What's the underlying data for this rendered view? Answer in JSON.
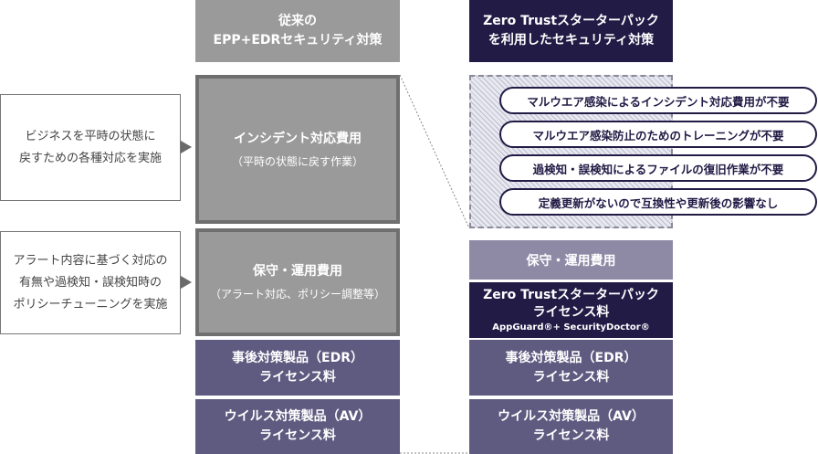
{
  "columns": {
    "left_header": {
      "line1": "従来の",
      "line2": "EPP+EDRセキュリティ対策"
    },
    "right_header": {
      "line1": "Zero Trustスターターパック",
      "line2": "を利用したセキュリティ対策"
    }
  },
  "side_notes": [
    {
      "line1": "ビジネスを平時の状態に",
      "line2": "戻すための各種対応を実施"
    },
    {
      "line1": "アラート内容に基づく対応の",
      "line2": "有無や過検知・誤検知時の",
      "line3": "ポリシーチューニングを実施"
    }
  ],
  "left_blocks": {
    "incident": {
      "title": "インシデント対応費用",
      "sub": "（平時の状態に戻す作業）"
    },
    "maintenance": {
      "title": "保守・運用費用",
      "sub": "（アラート対応、ポリシー調整等）"
    },
    "edr": {
      "line1": "事後対策製品（EDR）",
      "line2": "ライセンス料"
    },
    "av": {
      "line1": "ウイルス対策製品（AV）",
      "line2": "ライセンス料"
    }
  },
  "benefits": [
    "マルウエア感染によるインシデント対応費用が不要",
    "マルウエア感染防止のためのトレーニングが不要",
    "過検知・誤検知によるファイルの復旧作業が不要",
    "定義更新がないので互換性や更新後の影響なし"
  ],
  "right_blocks": {
    "maintenance": "保守・運用費用",
    "zt_license": {
      "line1": "Zero Trustスターターパック",
      "line2": "ライセンス料",
      "line3": "AppGuard®+ SecurityDoctor®"
    },
    "edr": {
      "line1": "事後対策製品（EDR）",
      "line2": "ライセンス料"
    },
    "av": {
      "line1": "ウイルス対策製品（AV）",
      "line2": "ライセンス料"
    }
  },
  "colors": {
    "dark_navy": "#211b45",
    "gray": "#9a9a9a",
    "purple": "#5f5a80",
    "light_purple": "#8e8aa6"
  }
}
